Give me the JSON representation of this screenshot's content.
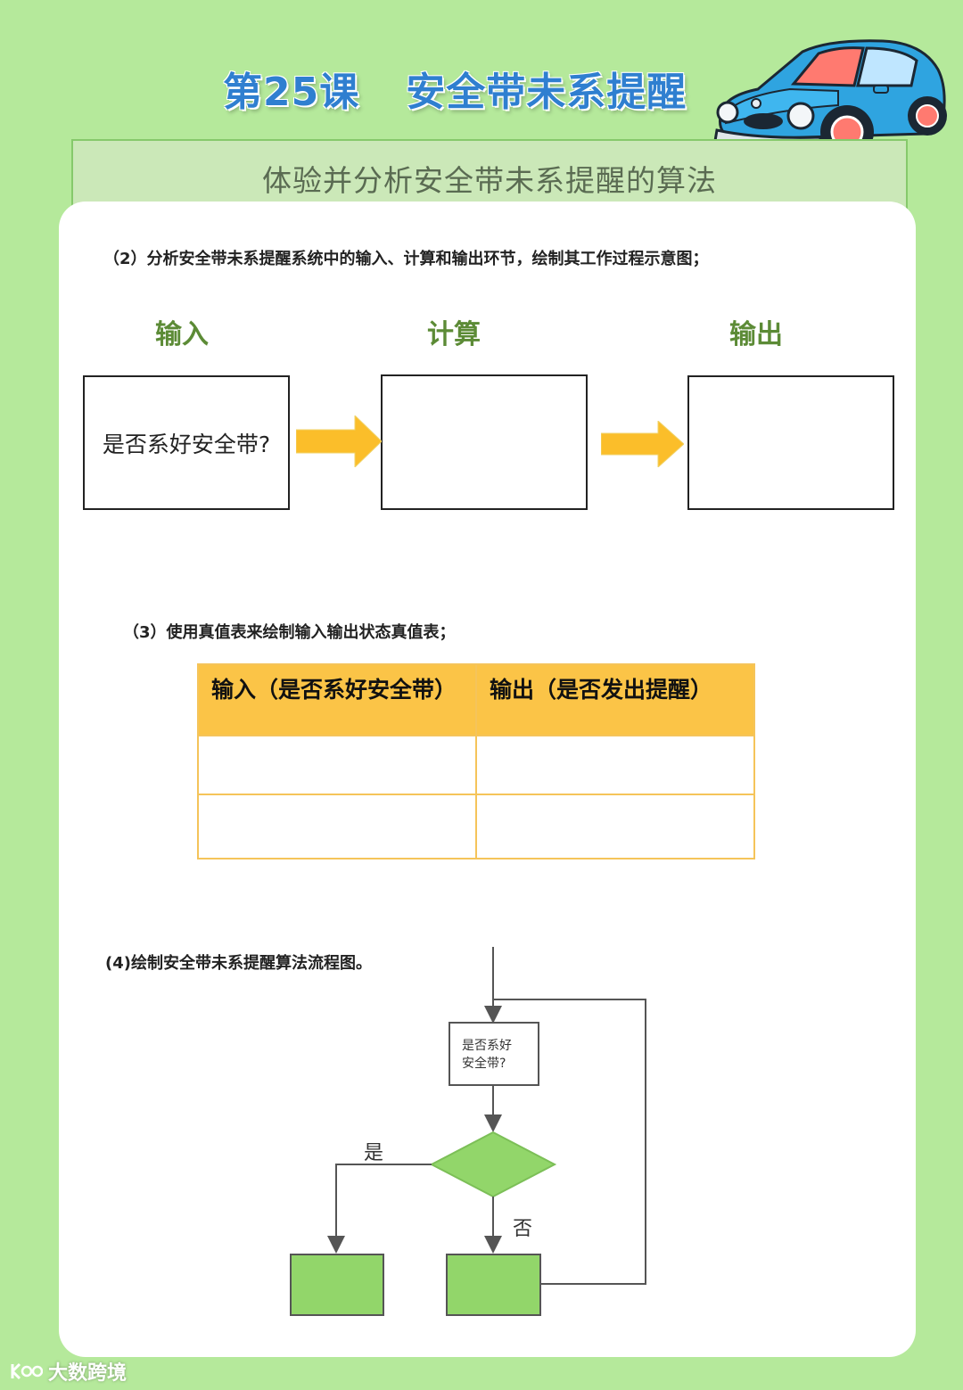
{
  "header": {
    "lesson": "第25课",
    "title": "安全带未系提醒"
  },
  "subtitle": "体验并分析安全带未系提醒的算法",
  "section2": {
    "question": "（2）分析安全带未系提醒系统中的输入、计算和输出环节，绘制其工作过程示意图；",
    "columns": [
      "输入",
      "计算",
      "输出"
    ],
    "input_box_text": "是否系好安全带?"
  },
  "section3": {
    "question": "（3）使用真值表来绘制输入输出状态真值表；",
    "headers": [
      "输入（是否系好安全带）",
      "输出（是否发出提醒）"
    ]
  },
  "section4": {
    "question": "(4)绘制安全带未系提醒算法流程图。",
    "process_box_line1": "是否系好",
    "process_box_line2": "安全带?",
    "yes_label": "是",
    "no_label": "否"
  },
  "watermark": "大数跨境",
  "colors": {
    "background": "#b5e99b",
    "title": "#2f7fd0",
    "column_heading": "#5c8b36",
    "arrow": "#fbbe2a",
    "table_header": "#fbc447",
    "flow_shape": "#92d66a"
  }
}
